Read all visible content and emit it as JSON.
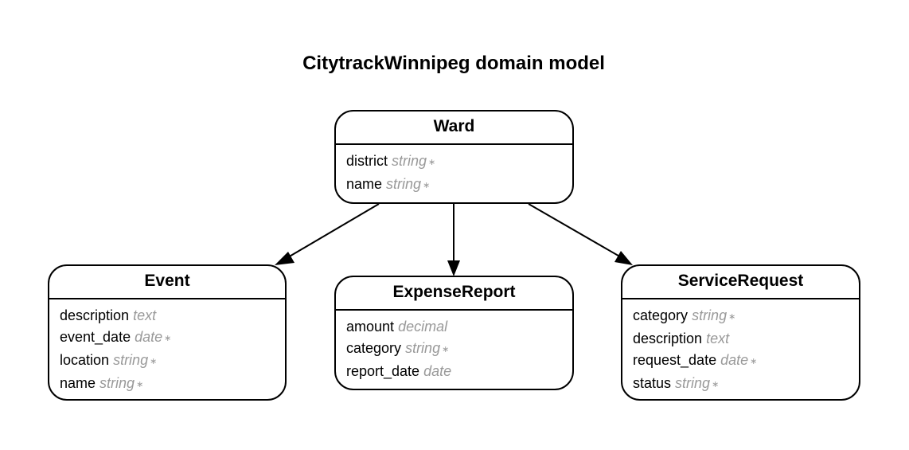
{
  "title": "CitytrackWinnipeg domain model",
  "colors": {
    "line": "#000000",
    "attribute_type": "#999999",
    "background": "#ffffff"
  },
  "required_marker": "∗",
  "entities": {
    "ward": {
      "name": "Ward",
      "attributes": [
        {
          "name": "district",
          "type": "string",
          "required": true
        },
        {
          "name": "name",
          "type": "string",
          "required": true
        }
      ]
    },
    "event": {
      "name": "Event",
      "attributes": [
        {
          "name": "description",
          "type": "text",
          "required": false
        },
        {
          "name": "event_date",
          "type": "date",
          "required": true
        },
        {
          "name": "location",
          "type": "string",
          "required": true
        },
        {
          "name": "name",
          "type": "string",
          "required": true
        }
      ]
    },
    "expense_report": {
      "name": "ExpenseReport",
      "attributes": [
        {
          "name": "amount",
          "type": "decimal",
          "required": false
        },
        {
          "name": "category",
          "type": "string",
          "required": true
        },
        {
          "name": "report_date",
          "type": "date",
          "required": false
        }
      ]
    },
    "service_request": {
      "name": "ServiceRequest",
      "attributes": [
        {
          "name": "category",
          "type": "string",
          "required": true
        },
        {
          "name": "description",
          "type": "text",
          "required": false
        },
        {
          "name": "request_date",
          "type": "date",
          "required": true
        },
        {
          "name": "status",
          "type": "string",
          "required": true
        }
      ]
    }
  },
  "relationships": [
    {
      "from": "ward",
      "to": "event"
    },
    {
      "from": "ward",
      "to": "expense_report"
    },
    {
      "from": "ward",
      "to": "service_request"
    }
  ]
}
